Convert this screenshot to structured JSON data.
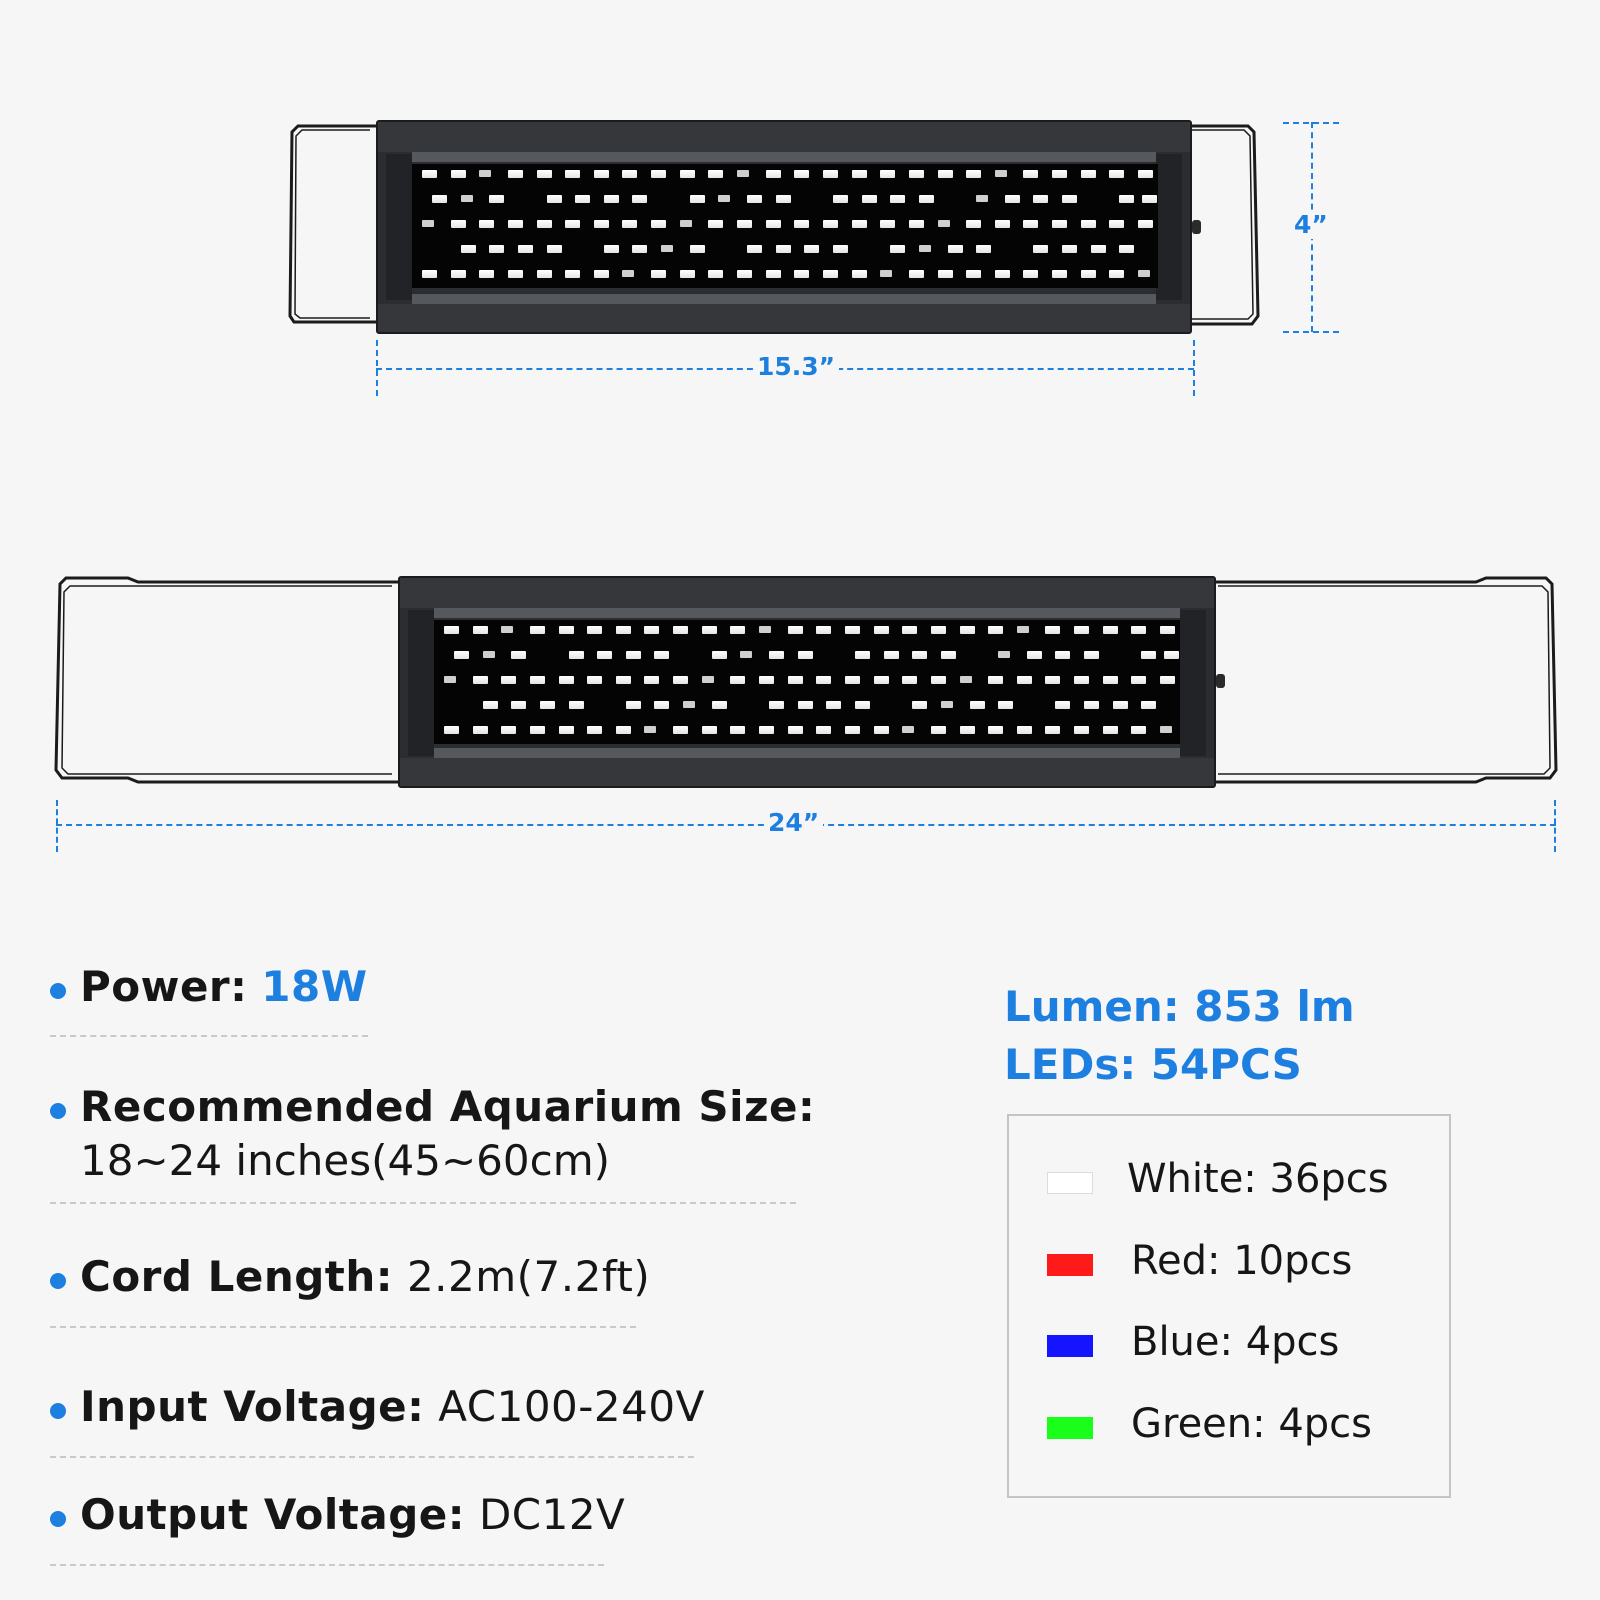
{
  "dimensions": {
    "small_width": "15.3”",
    "small_height": "4”",
    "large_width": "24”"
  },
  "specs": [
    {
      "label": "Power:",
      "value": "18W",
      "accent": true
    },
    {
      "label": "Recommended Aquarium Size:",
      "value": "18~24 inches(45~60cm)",
      "accent": false
    },
    {
      "label": "Cord Length:",
      "value": "2.2m(7.2ft)",
      "accent": false
    },
    {
      "label": "Input Voltage:",
      "value": "AC100-240V",
      "accent": false
    },
    {
      "label": "Output Voltage:",
      "value": "DC12V",
      "accent": false
    }
  ],
  "summary": {
    "lumen": "Lumen: 853 lm",
    "leds": "LEDs: 54PCS"
  },
  "led_colors": [
    {
      "label": "White: 36pcs",
      "color": "#ffffff"
    },
    {
      "label": "Red: 10pcs",
      "color": "#ff1a1a"
    },
    {
      "label": "Blue: 4pcs",
      "color": "#1414ff"
    },
    {
      "label": "Green: 4pcs",
      "color": "#1aff1a"
    }
  ],
  "colors": {
    "accent": "#1d7fe0",
    "housing": "#2b2d30",
    "led_panel": "#040404"
  }
}
